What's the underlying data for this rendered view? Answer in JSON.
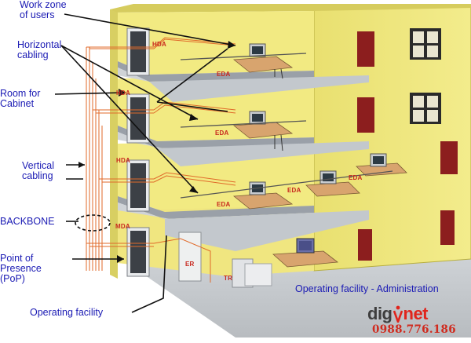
{
  "labels": {
    "work_zone": "Work zone\nof users",
    "horizontal_cabling": "Horizontal\ncabling",
    "room_cabinet": "Room for\nCabinet",
    "vertical_cabling": "Vertical\ncabling",
    "backbone": "BACKBONE",
    "pop": "Point of\nPresence\n(PoP)",
    "operating_facility": "Operating facility",
    "operating_admin": "Operating facility - Administration"
  },
  "tags": {
    "hda1": "HDA",
    "hda2": "HDA",
    "hda3": "HDA",
    "mda": "MDA",
    "eda1": "EDA",
    "eda2": "EDA",
    "eda3": "EDA",
    "eda4": "EDA",
    "eda5": "EDA",
    "er": "ER",
    "tr": "TR"
  },
  "logo": {
    "part1": "dig",
    "part2": "net",
    "phone": "0988.776.186"
  },
  "colors": {
    "label_blue": "#1a1ab4",
    "tag_red": "#c8281e",
    "wall_yellow": "#f0e878",
    "floor_grey": "#c9cdd2",
    "cable_orange": "#e06a2a",
    "door_red": "#8c1e1e"
  }
}
